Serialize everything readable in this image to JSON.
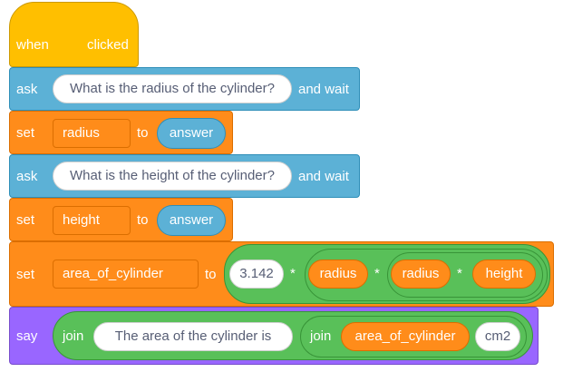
{
  "blocks": {
    "hat": {
      "label_when": "when",
      "label_clicked": "clicked"
    },
    "ask1": {
      "label_ask": "ask",
      "question": "What is the radius of the cylinder?",
      "label_wait": "and wait"
    },
    "set1": {
      "label_set": "set",
      "variable": "radius",
      "label_to": "to",
      "value": "answer"
    },
    "ask2": {
      "label_ask": "ask",
      "question": "What is the height of the cylinder?",
      "label_wait": "and wait"
    },
    "set2": {
      "label_set": "set",
      "variable": "height",
      "label_to": "to",
      "value": "answer"
    },
    "set3": {
      "label_set": "set",
      "variable": "area_of_cylinder",
      "label_to": "to",
      "constant": "3.142",
      "op1": "*",
      "r1": "radius",
      "op2": "*",
      "r2": "radius",
      "op3": "*",
      "h": "height"
    },
    "say": {
      "label_say": "say",
      "label_join1": "join",
      "text": "The area of the cylinder is",
      "label_join2": "join",
      "var": "area_of_cylinder",
      "unit": "cm2"
    }
  },
  "colors": {
    "events": "#ffbf00",
    "sensing": "#5cb1d6",
    "variables": "#ff8c1a",
    "operators": "#59c059",
    "looks": "#9966ff"
  }
}
